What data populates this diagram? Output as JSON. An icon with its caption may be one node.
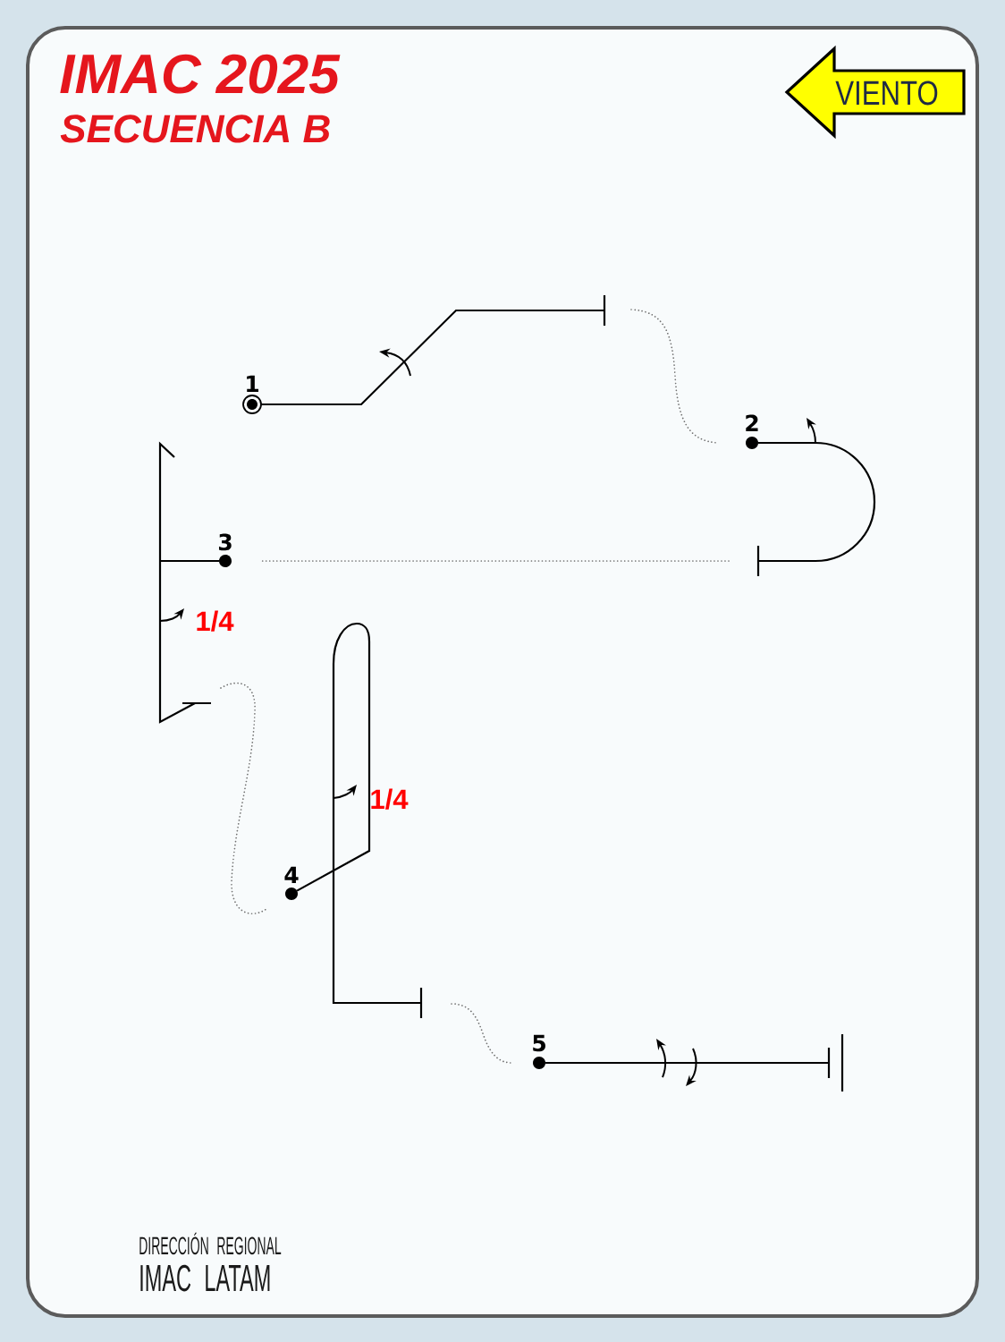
{
  "diagram": {
    "title": "IMAC 2025",
    "nodes": [
      {
        "text": [
          "VIENTO"
        ]
      }
    ],
    "labels": [
      "SECUENCIA B",
      "1",
      "2",
      "3",
      "1/4",
      "1/4",
      "4",
      "5",
      "DIRECCIÓN REGIONAL",
      "IMAC LATAM"
    ]
  }
}
